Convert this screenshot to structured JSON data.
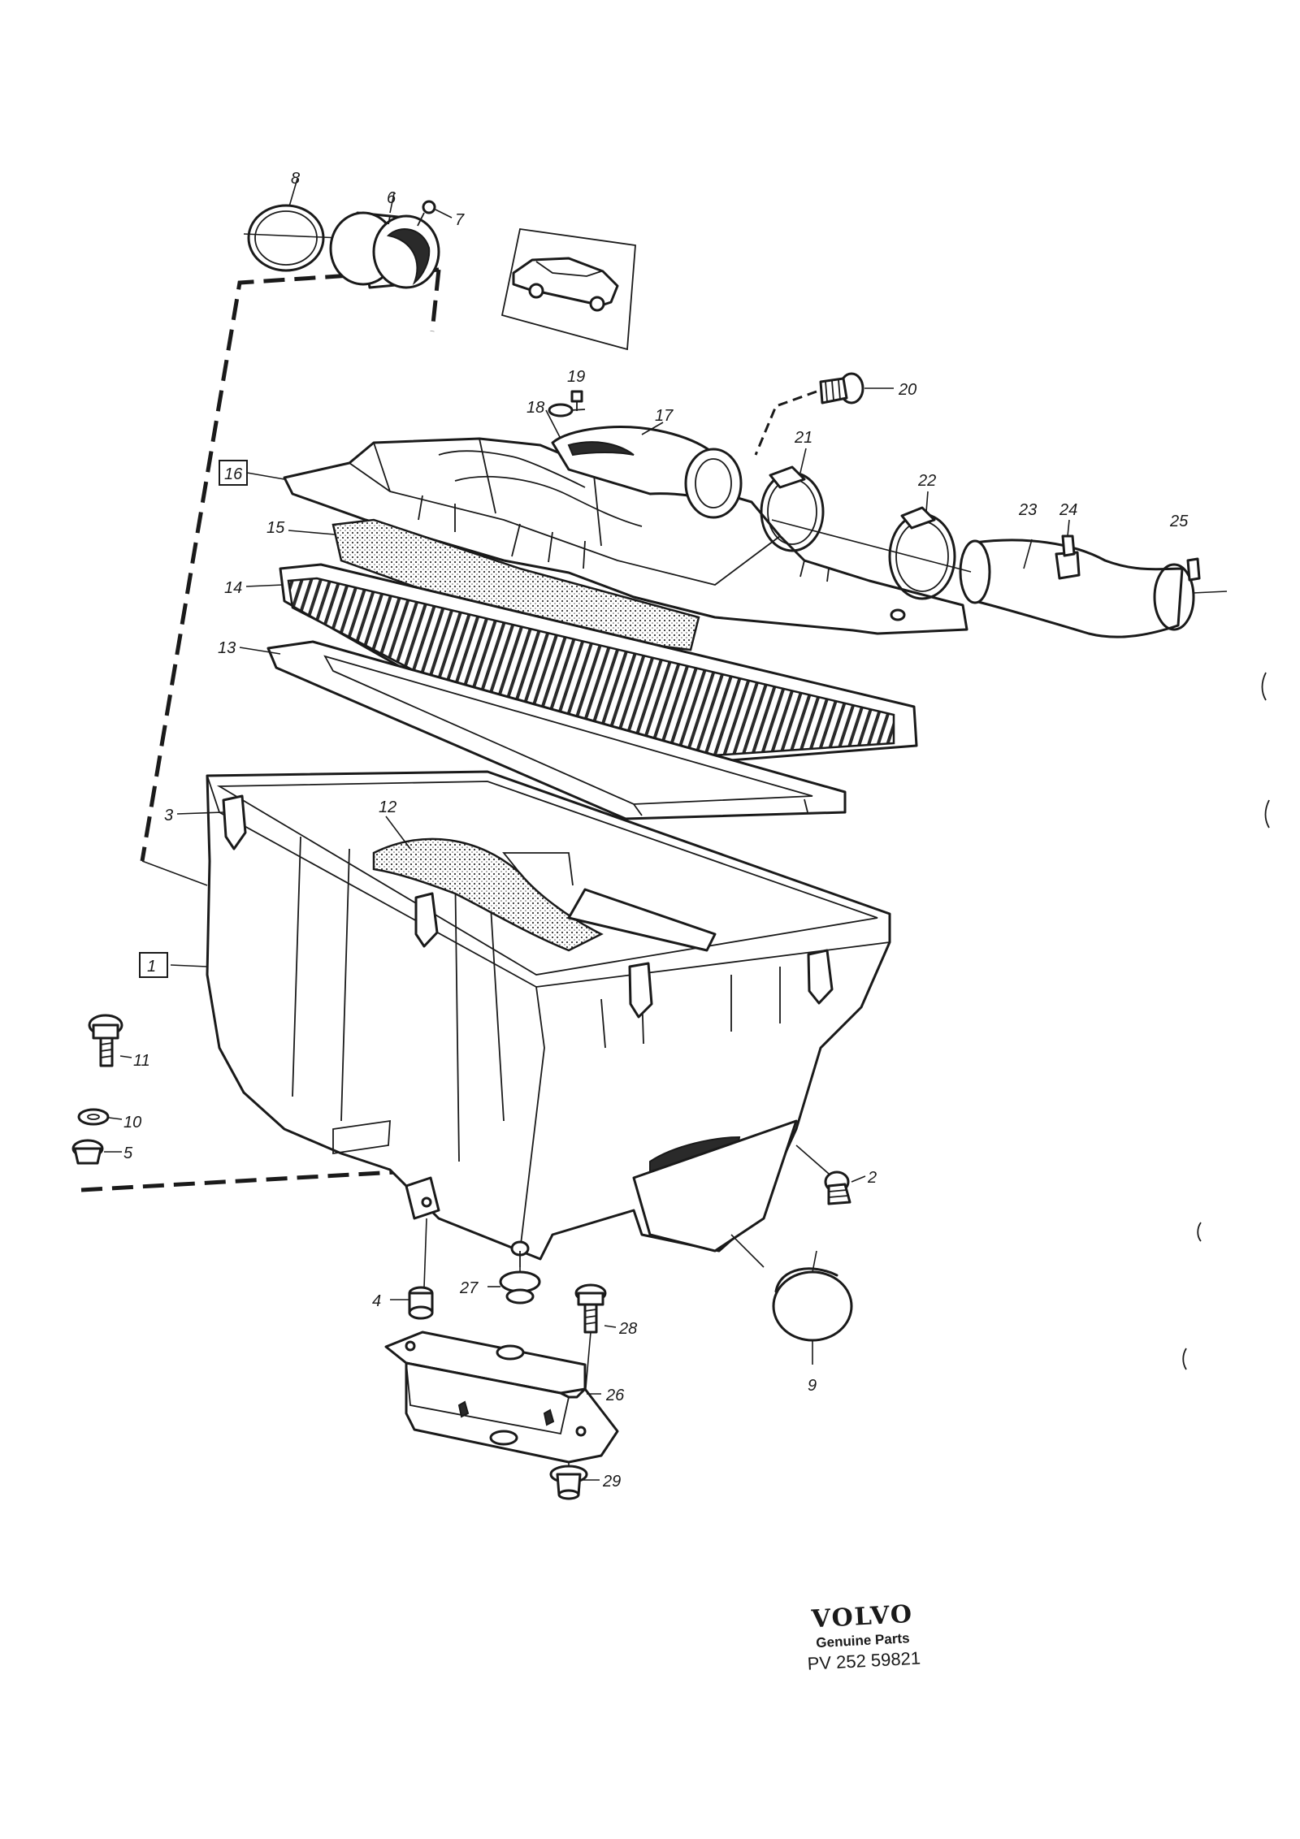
{
  "diagram": {
    "callouts": [
      {
        "id": "c1",
        "text": "1",
        "boxed": true
      },
      {
        "id": "c2",
        "text": "2"
      },
      {
        "id": "c3",
        "text": "3"
      },
      {
        "id": "c4",
        "text": "4"
      },
      {
        "id": "c5",
        "text": "5"
      },
      {
        "id": "c6",
        "text": "6"
      },
      {
        "id": "c7",
        "text": "7"
      },
      {
        "id": "c8",
        "text": "8"
      },
      {
        "id": "c9",
        "text": "9"
      },
      {
        "id": "c10",
        "text": "10"
      },
      {
        "id": "c11",
        "text": "11"
      },
      {
        "id": "c12",
        "text": "12"
      },
      {
        "id": "c13",
        "text": "13"
      },
      {
        "id": "c14",
        "text": "14"
      },
      {
        "id": "c15",
        "text": "15"
      },
      {
        "id": "c16",
        "text": "16",
        "boxed": true
      },
      {
        "id": "c17",
        "text": "17"
      },
      {
        "id": "c18",
        "text": "18"
      },
      {
        "id": "c19",
        "text": "19"
      },
      {
        "id": "c20",
        "text": "20"
      },
      {
        "id": "c21",
        "text": "21"
      },
      {
        "id": "c22",
        "text": "22"
      },
      {
        "id": "c23",
        "text": "23"
      },
      {
        "id": "c24",
        "text": "24"
      },
      {
        "id": "c25",
        "text": "25"
      },
      {
        "id": "c26",
        "text": "26"
      },
      {
        "id": "c27",
        "text": "27"
      },
      {
        "id": "c28",
        "text": "28"
      },
      {
        "id": "c29",
        "text": "29"
      }
    ]
  },
  "brand": {
    "logo": "VOLVO",
    "tagline": "Genuine Parts",
    "code": "PV 252 59821"
  }
}
